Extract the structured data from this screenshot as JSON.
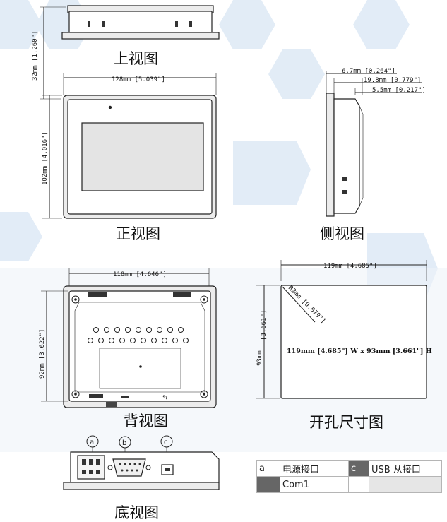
{
  "views": {
    "top": {
      "title": "上视图"
    },
    "front": {
      "title": "正视图"
    },
    "side": {
      "title": "侧视图"
    },
    "back": {
      "title": "背视图"
    },
    "cutout": {
      "title": "开孔尺寸图"
    },
    "bottom": {
      "title": "底视图"
    }
  },
  "dimensions": {
    "top_height": "32mm [1.260\"]",
    "front_width": "128mm [5.039\"]",
    "front_height": "102mm [4.016\"]",
    "side_depth_1": "6.7mm [0.264\"]",
    "side_depth_2": "19.8mm [0.779\"]",
    "side_depth_3": "5.5mm [0.217\"]",
    "back_width": "118mm [4.646\"]",
    "back_height": "92mm [3.622\"]",
    "cutout_width": "119mm [4.685\"]",
    "cutout_height_left": "93mm",
    "cutout_height_right": "[3.661\"]",
    "cutout_corner": "R2mm [0.079\"]",
    "cutout_spec": "119mm [4.685\"] W x 93mm [3.661\"] H"
  },
  "markers": {
    "a": "a",
    "b": "b",
    "c": "c"
  },
  "legend": {
    "row1": {
      "key_a": "a",
      "label_a": "电源接口",
      "key_c": "c",
      "label_c": "USB  从接口"
    },
    "row2": {
      "label_b": "Com1"
    }
  },
  "colors": {
    "background_hex": "#d8e6f4",
    "legend_key_fill": "#666666",
    "legend_cell_fill": "#e6e6e6"
  }
}
